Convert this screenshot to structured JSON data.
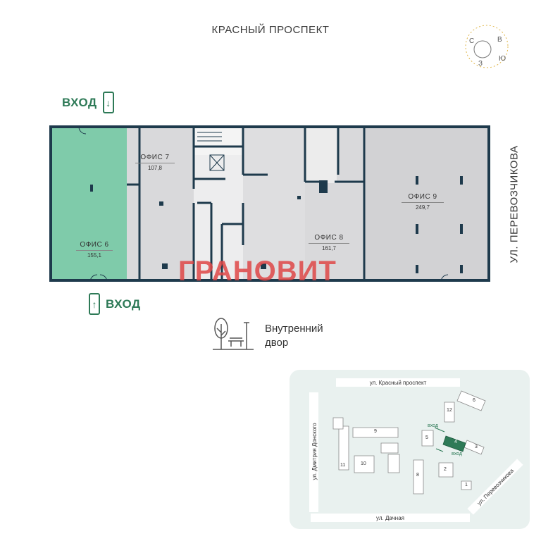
{
  "streets": {
    "top": "КРАСНЫЙ ПРОСПЕКТ",
    "right": "УЛ. ПЕРЕВОЗЧИКОВА"
  },
  "compass": {
    "n": "С",
    "e": "В",
    "s": "Ю",
    "w": "З"
  },
  "entrances": {
    "top": "ВХОД",
    "bottom": "ВХОД"
  },
  "offices": [
    {
      "name": "ОФИС 6",
      "area": "155,1",
      "highlighted": true
    },
    {
      "name": "ОФИС 7",
      "area": "107,8",
      "highlighted": false
    },
    {
      "name": "ОФИС 8",
      "area": "161,7",
      "highlighted": false
    },
    {
      "name": "ОФИС 9",
      "area": "249,7",
      "highlighted": false
    }
  ],
  "watermark": "ГРАНОВИТ",
  "yard": {
    "line1": "Внутренний",
    "line2": "двор"
  },
  "minimap": {
    "street_top": "ул. Красный проспект",
    "street_left": "ул. Дмитрия Донского",
    "street_bottom": "ул. Дачная",
    "street_right": "ул. Перевозчикова",
    "entrance_label_1": "вход",
    "entrance_label_2": "вход",
    "buildings": [
      "1",
      "2",
      "3",
      "4",
      "5",
      "6",
      "8",
      "9",
      "10",
      "11",
      "12"
    ]
  },
  "colors": {
    "highlight": "#7fcbaa",
    "walls": "#1e3a4c",
    "room_fill": "#d9d9db",
    "accent": "#2e7a57",
    "watermark": "#de4646"
  }
}
